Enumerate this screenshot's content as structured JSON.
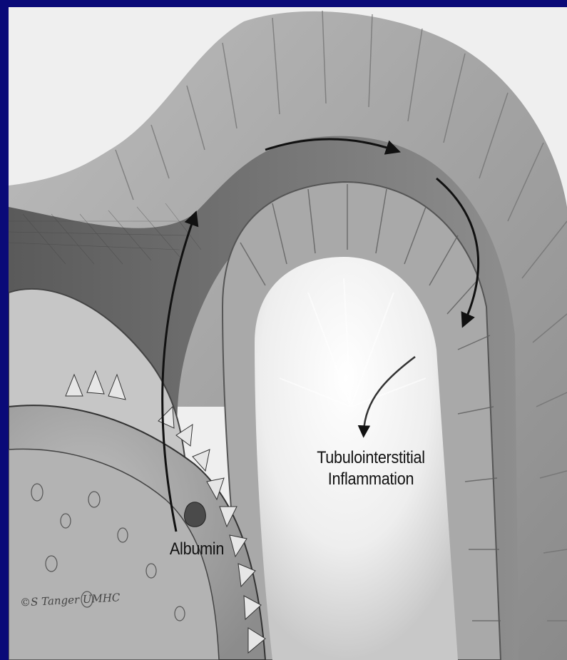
{
  "labels": {
    "tubulointerstitial": [
      "Tubulointerstitial",
      "Inflammation"
    ],
    "albumin": "Albumin"
  },
  "signature": "©S Tanger UMHC",
  "colors": {
    "background_frame": "#0a0a78",
    "illustration_bg": "#f0f0f0",
    "tubule_tissue": "#9a9a9a",
    "lumen": "#ececec",
    "arrow": "#111111"
  }
}
